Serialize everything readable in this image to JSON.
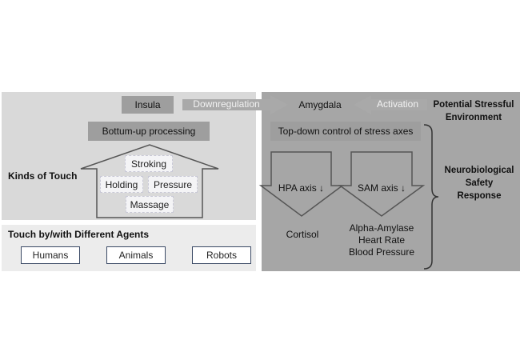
{
  "insula": "Insula",
  "downregulation": "Downregulation",
  "amygdala": "Amygdala",
  "activation": "Activation",
  "potential_stressful_environment": [
    "Potential Stressful",
    "Environment"
  ],
  "bottom_up": "Bottum-up processing",
  "top_down": "Top-down control of stress axes",
  "kinds_of_touch": "Kinds of Touch",
  "touches": {
    "stroking": "Stroking",
    "holding": "Holding",
    "pressure": "Pressure",
    "massage": "Massage"
  },
  "hpa_axis": "HPA axis ↓",
  "sam_axis": "SAM axis ↓",
  "cortisol": "Cortisol",
  "sam_outcomes": [
    "Alpha-Amylase",
    "Heart Rate",
    "Blood Pressure"
  ],
  "neurobiological_safety_response": [
    "Neurobiological",
    "Safety",
    "Response"
  ],
  "agents_title": "Touch by/with Different Agents",
  "agents": [
    "Humans",
    "Animals",
    "Robots"
  ]
}
